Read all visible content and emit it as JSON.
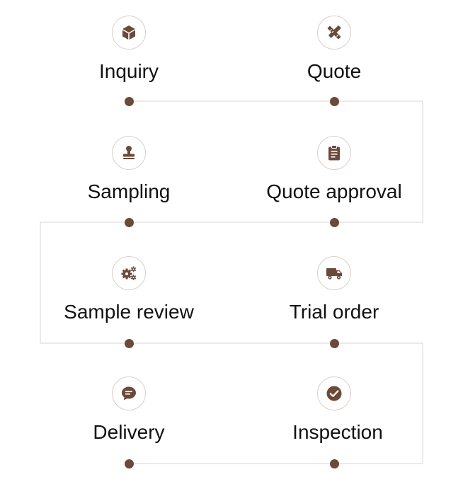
{
  "colors": {
    "accent": "#6b4a3a",
    "line": "#d4d4d4",
    "icon_border": "#d8d0cc",
    "text": "#111111"
  },
  "steps": [
    {
      "label": "Inquiry",
      "icon": "box-icon"
    },
    {
      "label": "Quote",
      "icon": "design-tools-icon"
    },
    {
      "label": "Sampling",
      "icon": "stamp-icon"
    },
    {
      "label": "Quote approval",
      "icon": "clipboard-icon"
    },
    {
      "label": "Sample review",
      "icon": "gears-icon"
    },
    {
      "label": "Trial order",
      "icon": "truck-icon"
    },
    {
      "label": "Delivery",
      "icon": "chat-bubble-icon"
    },
    {
      "label": "Inspection",
      "icon": "check-circle-icon"
    }
  ]
}
